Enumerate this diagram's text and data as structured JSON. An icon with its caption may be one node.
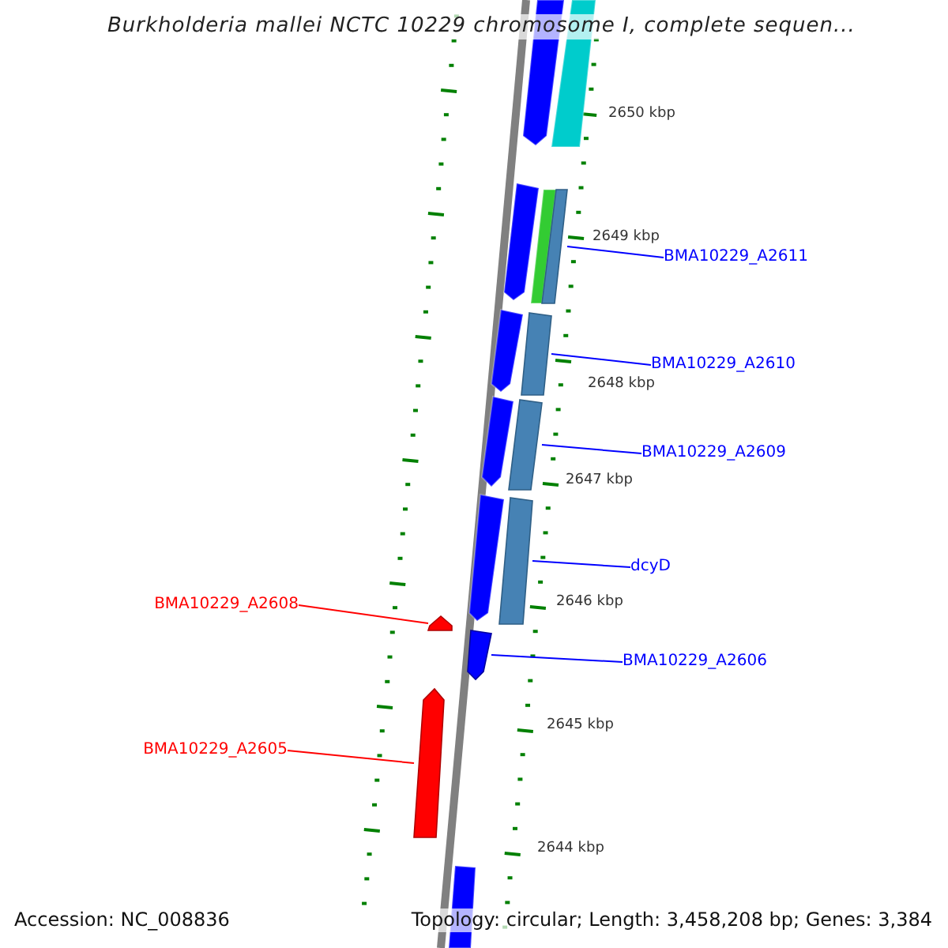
{
  "diagram": {
    "title": "Burkholderia mallei NCTC 10229 chromosome I, complete sequen...",
    "nodes": [
      {
        "text": [
          "BMA10229_A2611"
        ]
      },
      {
        "text": [
          "BMA10229_A2610"
        ]
      },
      {
        "text": [
          "BMA10229_A2609"
        ]
      },
      {
        "text": [
          "dcyD"
        ]
      },
      {
        "text": [
          "BMA10229_A2608"
        ]
      },
      {
        "text": [
          "BMA10229_A2606"
        ]
      },
      {
        "text": [
          "BMA10229_A2605"
        ]
      },
      {
        "text": [],
        "shape": "bar"
      },
      {
        "text": [],
        "shape": "bar"
      },
      {
        "text": [],
        "shape": "bar"
      },
      {
        "text": [],
        "shape": "bar"
      },
      {
        "text": [],
        "shape": "arrow"
      },
      {
        "text": [],
        "shape": "arrow"
      },
      {
        "text": [],
        "shape": "arrow"
      }
    ],
    "edges": [
      {
        "from": 0,
        "to": 7,
        "arrow": "none"
      },
      {
        "from": 1,
        "to": 8,
        "arrow": "none"
      },
      {
        "from": 2,
        "to": 9,
        "arrow": "none"
      },
      {
        "from": 3,
        "to": 10,
        "arrow": "none"
      },
      {
        "from": 4,
        "to": 11,
        "arrow": "none",
        "color": "#ff0000"
      },
      {
        "from": 5,
        "to": 12,
        "arrow": "none"
      },
      {
        "from": 6,
        "to": 13,
        "arrow": "none",
        "color": "#ff0000"
      }
    ],
    "labels": [
      "2650 kbp",
      "2649 kbp",
      "2648 kbp",
      "2647 kbp",
      "2646 kbp",
      "2645 kbp",
      "2644 kbp",
      "Accession: NC_008836",
      "Topology: circular; Length: 3,458,208 bp; Genes: 3,384"
    ]
  }
}
